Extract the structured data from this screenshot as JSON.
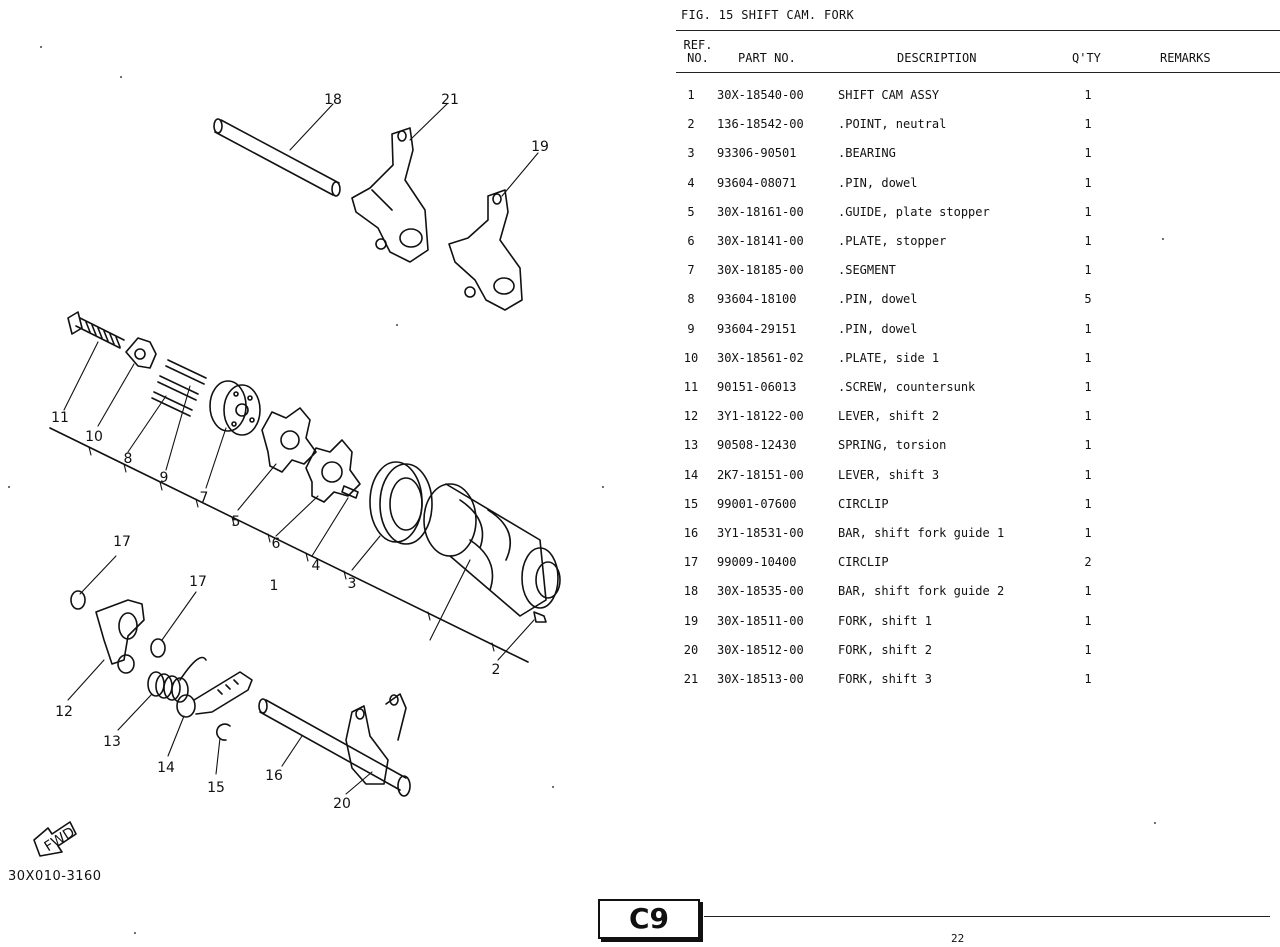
{
  "figure": {
    "title": "FIG. 15  SHIFT CAM. FORK",
    "drawing_code": "30X010-3160",
    "fwd_label": "FWD"
  },
  "table": {
    "headers": {
      "ref_line1": "REF.",
      "ref_line2": "NO.",
      "part_no": "PART NO.",
      "description": "DESCRIPTION",
      "qty": "Q'TY",
      "remarks": "REMARKS"
    },
    "rows": [
      {
        "ref": "1",
        "part": "30X-18540-00",
        "desc": "SHIFT CAM ASSY",
        "qty": "1"
      },
      {
        "ref": "2",
        "part": "136-18542-00",
        "desc": ".POINT, neutral",
        "qty": "1"
      },
      {
        "ref": "3",
        "part": "93306-90501",
        "desc": ".BEARING",
        "qty": "1"
      },
      {
        "ref": "4",
        "part": "93604-08071",
        "desc": ".PIN, dowel",
        "qty": "1"
      },
      {
        "ref": "5",
        "part": "30X-18161-00",
        "desc": ".GUIDE, plate stopper",
        "qty": "1"
      },
      {
        "ref": "6",
        "part": "30X-18141-00",
        "desc": ".PLATE, stopper",
        "qty": "1"
      },
      {
        "ref": "7",
        "part": "30X-18185-00",
        "desc": ".SEGMENT",
        "qty": "1"
      },
      {
        "ref": "8",
        "part": "93604-18100",
        "desc": ".PIN, dowel",
        "qty": "5"
      },
      {
        "ref": "9",
        "part": "93604-29151",
        "desc": ".PIN, dowel",
        "qty": "1"
      },
      {
        "ref": "10",
        "part": "30X-18561-02",
        "desc": ".PLATE, side 1",
        "qty": "1"
      },
      {
        "ref": "11",
        "part": "90151-06013",
        "desc": ".SCREW, countersunk",
        "qty": "1"
      },
      {
        "ref": "12",
        "part": "3Y1-18122-00",
        "desc": "LEVER, shift 2",
        "qty": "1"
      },
      {
        "ref": "13",
        "part": "90508-12430",
        "desc": "SPRING, torsion",
        "qty": "1"
      },
      {
        "ref": "14",
        "part": "2K7-18151-00",
        "desc": "LEVER, shift 3",
        "qty": "1"
      },
      {
        "ref": "15",
        "part": "99001-07600",
        "desc": "CIRCLIP",
        "qty": "1"
      },
      {
        "ref": "16",
        "part": "3Y1-18531-00",
        "desc": "BAR, shift fork guide 1",
        "qty": "1"
      },
      {
        "ref": "17",
        "part": "99009-10400",
        "desc": "CIRCLIP",
        "qty": "2"
      },
      {
        "ref": "18",
        "part": "30X-18535-00",
        "desc": "BAR, shift fork guide 2",
        "qty": "1"
      },
      {
        "ref": "19",
        "part": "30X-18511-00",
        "desc": "FORK, shift 1",
        "qty": "1"
      },
      {
        "ref": "20",
        "part": "30X-18512-00",
        "desc": "FORK, shift 2",
        "qty": "1"
      },
      {
        "ref": "21",
        "part": "30X-18513-00",
        "desc": "FORK, shift 3",
        "qty": "1"
      }
    ]
  },
  "footer": {
    "section_badge": "C9",
    "page_number": "22"
  },
  "diagram_callouts": [
    "18",
    "21",
    "19",
    "11",
    "10",
    "8",
    "9",
    "7",
    "5",
    "6",
    "1",
    "4",
    "3",
    "2",
    "17",
    "17",
    "12",
    "13",
    "14",
    "15",
    "16",
    "20"
  ]
}
